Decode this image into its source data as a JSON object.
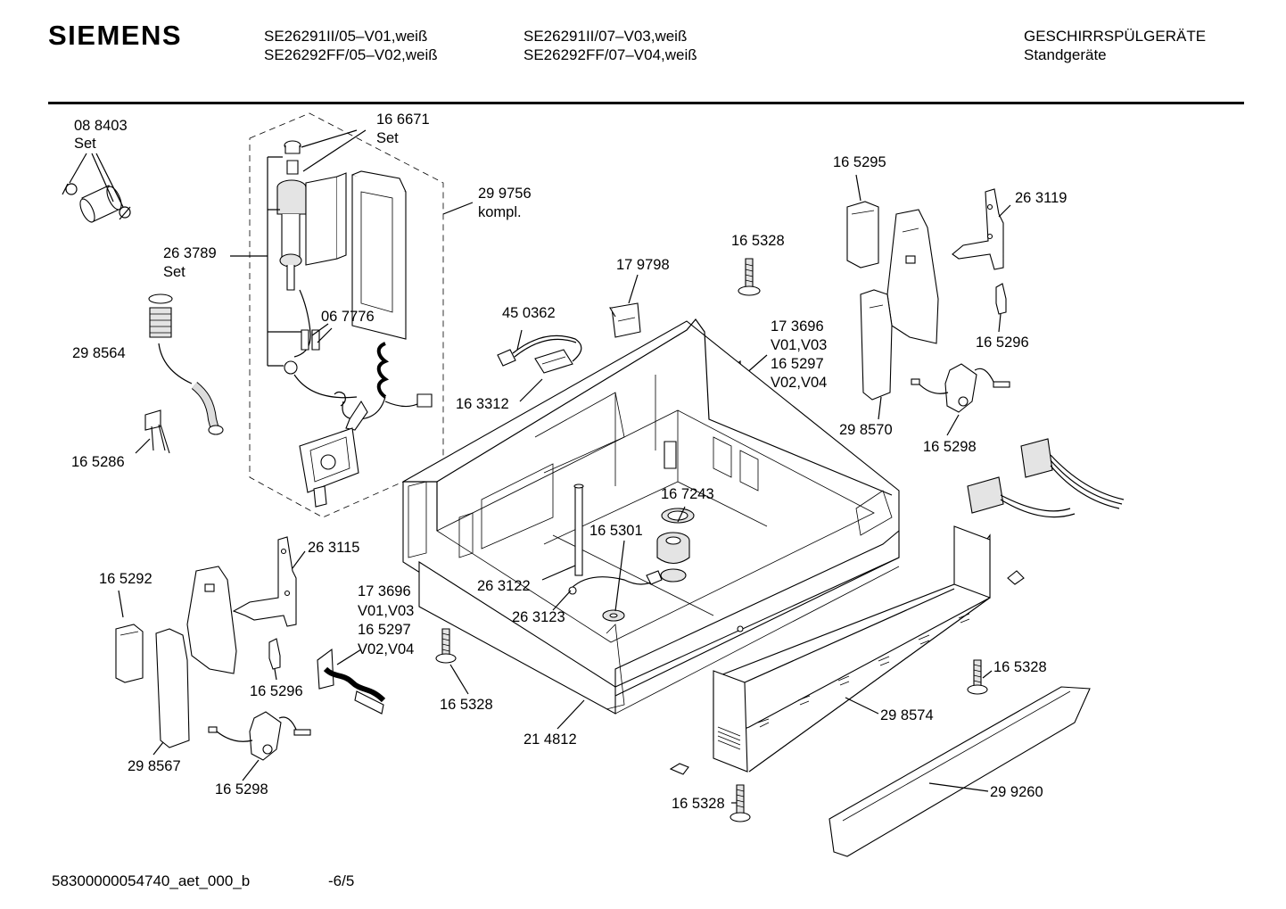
{
  "header": {
    "brand": "SIEMENS",
    "models_col1": [
      "SE26291II/05–V01,weiß",
      "SE26292FF/05–V02,weiß"
    ],
    "models_col2": [
      "SE26291II/07–V03,weiß",
      "SE26292FF/07–V04,weiß"
    ],
    "category": "GESCHIRRSPÜLGERÄTE",
    "subcategory": "Standgeräte"
  },
  "footer": {
    "document_id": "58300000054740_aet_000_b",
    "page": "-6/5"
  },
  "labels": {
    "p088403": "08 8403",
    "p088403_set": "Set",
    "p166671": "16 6671",
    "p166671_set": "Set",
    "p299756": "29 9756",
    "p299756_kompl": "kompl.",
    "p263789": "26 3789",
    "p263789_set": "Set",
    "p298564": "29 8564",
    "p067776": "06 7776",
    "p165286": "16 5286",
    "p450362": "45 0362",
    "p163312": "16 3312",
    "p179798": "17 9798",
    "p165328_a": "16 5328",
    "p173696_a": "17 3696",
    "v0103_a": "V01,V03",
    "p165297_a": "16 5297",
    "v0204_a": "V02,V04",
    "p165295": "16 5295",
    "p263119": "26 3119",
    "p165296_a": "16 5296",
    "p298570": "29 8570",
    "p165298_a": "16 5298",
    "p167243": "16 7243",
    "p165301": "16 5301",
    "p263122": "26 3122",
    "p263123": "26 3123",
    "p263115": "26 3115",
    "p165292": "16 5292",
    "p173696_b": "17 3696",
    "v0103_b": "V01,V03",
    "p165297_b": "16 5297",
    "v0204_b": "V02,V04",
    "p165296_b": "16 5296",
    "p298567": "29 8567",
    "p165298_b": "16 5298",
    "p165328_b": "16 5328",
    "p214812": "21 4812",
    "p165328_c": "16 5328",
    "p298574": "29 8574",
    "p165328_d": "16 5328",
    "p299260": "29 9260"
  }
}
